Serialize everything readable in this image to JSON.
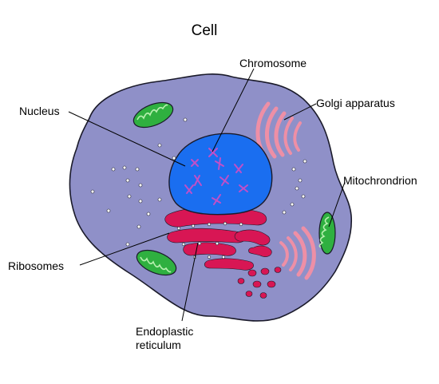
{
  "title": "Cell",
  "labels": {
    "chromosome": "Chromosome",
    "nucleus": "Nucleus",
    "golgi": "Golgi apparatus",
    "mitochondrion": "Mitochrondrion",
    "ribosomes": "Ribosomes",
    "er_line1": "Endoplastic",
    "er_line2": "reticulum"
  },
  "colors": {
    "cytoplasm": "#8f90c8",
    "nucleus": "#1a6ef0",
    "chromosome": "#c050c8",
    "golgi": "#ee8fa6",
    "er": "#d81654",
    "mitochondria": "#2fb040",
    "outline": "#1a1a2a"
  }
}
